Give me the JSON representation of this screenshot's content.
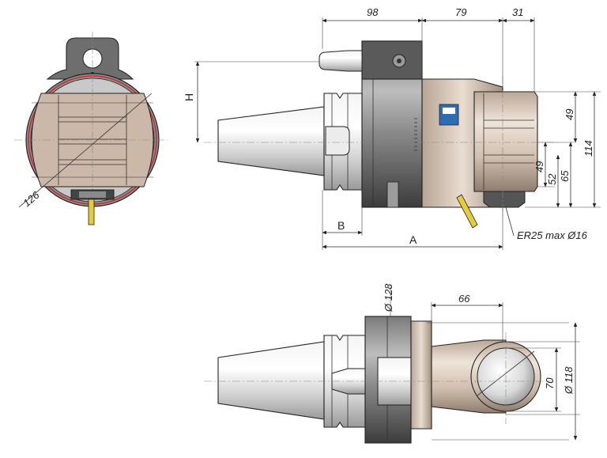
{
  "dimensions": {
    "top_98": "98",
    "top_79": "79",
    "top_31": "31",
    "h": "H",
    "right_49_upper": "49",
    "right_114": "114",
    "right_49_lower": "49",
    "right_52": "52",
    "right_65": "65",
    "b": "B",
    "a": "A",
    "collet": "ER25 max Ø16",
    "radius_126": "126",
    "bottom_dia128": "Ø 128",
    "bottom_66": "66",
    "bottom_70": "70",
    "bottom_dia118": "Ø 118"
  },
  "colors": {
    "outline": "#222222",
    "steel_light": "#e6e6e6",
    "steel_dark": "#555555",
    "body_tan": "#cbb8a8",
    "body_tan_light": "#e3d5c8",
    "clamp_gray": "#6e6e6e",
    "red_outline": "#cc2b2b",
    "coolant_yellow": "#e6cc3a",
    "logo_blue": "#2a6db5"
  }
}
